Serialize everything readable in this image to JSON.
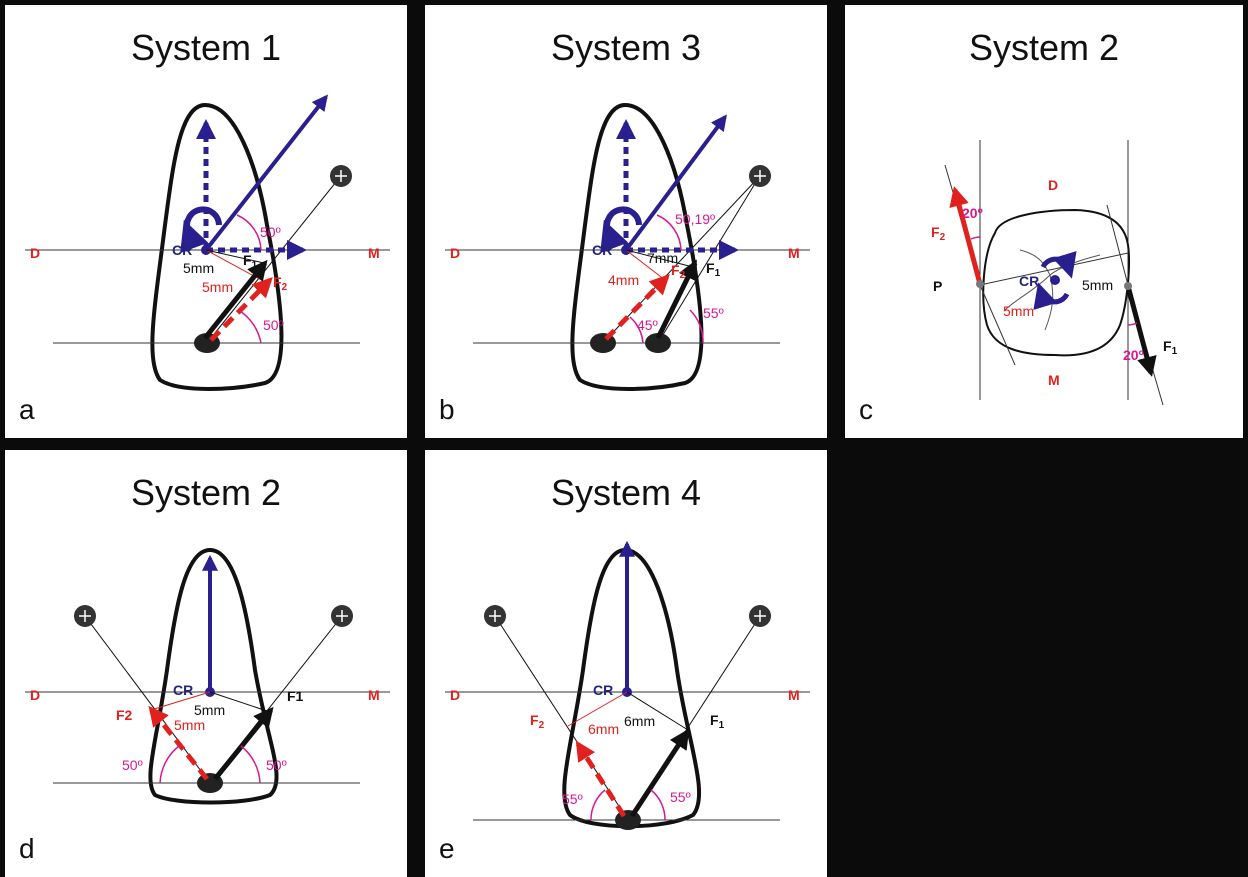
{
  "colors": {
    "background": "#0b0b0c",
    "panel": "#ffffff",
    "crown_outline": "#111111",
    "force_red": "#e0211d",
    "force_black": "#111111",
    "moment_blue": "#2a1f8f",
    "angle_magenta": "#d6198e",
    "label_red": "#e0211d"
  },
  "panels": {
    "a": {
      "letter": "a",
      "title": "System 1",
      "dir_left": "D",
      "dir_right": "M",
      "cr": "CR",
      "dist_black": "5mm",
      "dist_red": "5mm",
      "f1": "F",
      "f1_sub": "1",
      "f2": "F",
      "f2_sub": "2",
      "angle_top": "50º",
      "angle_bottom": "50º"
    },
    "b": {
      "letter": "b",
      "title": "System 3",
      "dir_left": "D",
      "dir_right": "M",
      "cr": "CR",
      "dist_black": "7mm",
      "dist_red": "4mm",
      "f1": "F",
      "f1_sub": "1",
      "f2": "F",
      "f2_sub": "2",
      "angle_top": "50,19º",
      "angle_left": "45º",
      "angle_right": "55º"
    },
    "c": {
      "letter": "c",
      "title": "System 2",
      "dir_top": "D",
      "dir_bottom": "M",
      "side": "P",
      "cr": "CR",
      "dist_black": "5mm",
      "dist_red": "5mm",
      "f1": "F",
      "f1_sub": "1",
      "f2": "F",
      "f2_sub": "2",
      "angle_top": "20º",
      "angle_bottom": "20º"
    },
    "d": {
      "letter": "d",
      "title": "System 2",
      "dir_left": "D",
      "dir_right": "M",
      "cr": "CR",
      "dist_black": "5mm",
      "dist_red": "5mm",
      "f1": "F1",
      "f2": "F2",
      "angle_left": "50º",
      "angle_right": "50º"
    },
    "e": {
      "letter": "e",
      "title": "System 4",
      "dir_left": "D",
      "dir_right": "M",
      "cr": "CR",
      "dist_black": "6mm",
      "dist_red": "6mm",
      "f1": "F",
      "f1_sub": "1",
      "f2": "F",
      "f2_sub": "2",
      "angle_left": "55º",
      "angle_right": "55º"
    }
  }
}
